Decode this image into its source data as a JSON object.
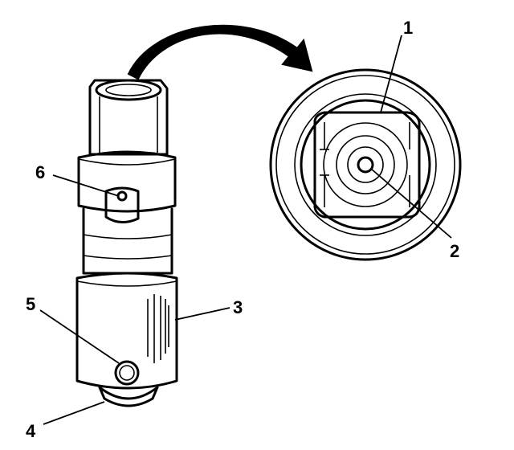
{
  "callouts": {
    "c1": "1",
    "c2": "2",
    "c3": "3",
    "c4": "4",
    "c5": "5",
    "c6": "6"
  },
  "colors": {
    "ink": "#000000",
    "paper": "#ffffff"
  }
}
